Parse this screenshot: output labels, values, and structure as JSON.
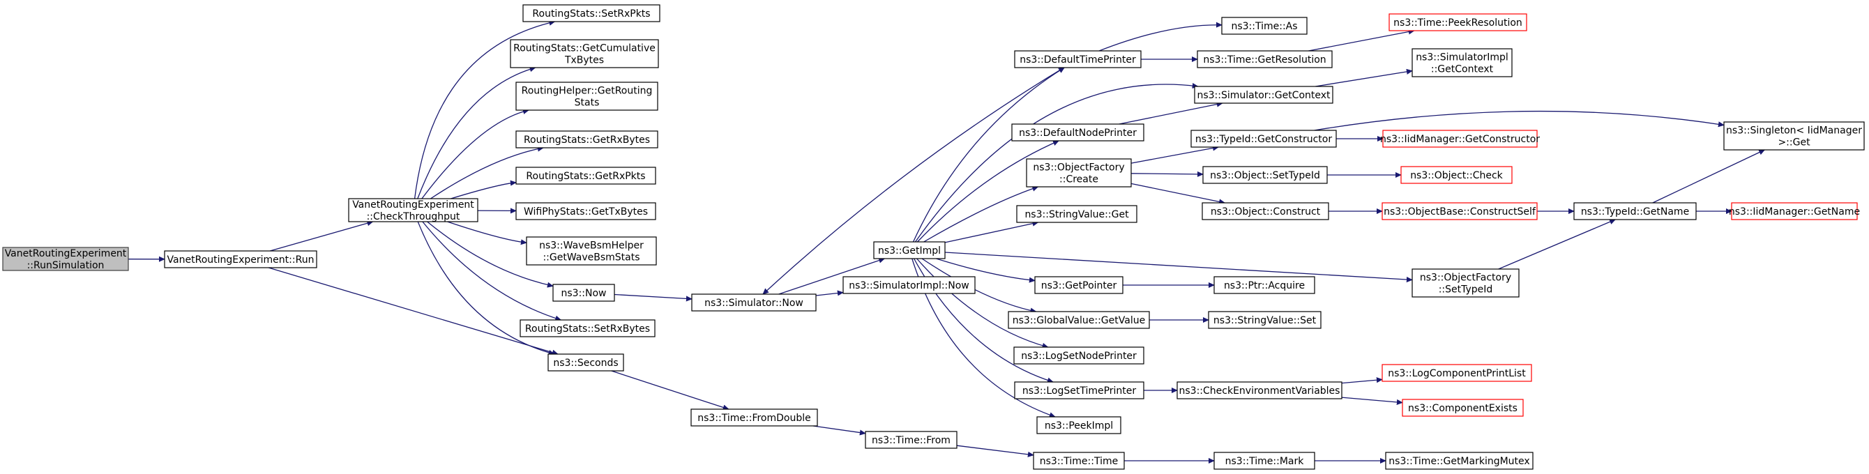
{
  "diagram": {
    "colors": {
      "edge": "#191970",
      "node_border": "#000000",
      "root_fill": "#bfbfbf",
      "truncated_border": "#ff0000"
    },
    "nodes": [
      {
        "id": "runsim",
        "lines": [
          "VanetRoutingExperiment",
          "::RunSimulation"
        ],
        "root": true
      },
      {
        "id": "run",
        "lines": [
          "VanetRoutingExperiment::Run"
        ]
      },
      {
        "id": "checkthr",
        "lines": [
          "VanetRoutingExperiment",
          "::CheckThroughput"
        ]
      },
      {
        "id": "setrxpkts",
        "lines": [
          "RoutingStats::SetRxPkts"
        ]
      },
      {
        "id": "getcumtx",
        "lines": [
          "RoutingStats::GetCumulative",
          "TxBytes"
        ]
      },
      {
        "id": "rhgetstats",
        "lines": [
          "RoutingHelper::GetRouting",
          "Stats"
        ]
      },
      {
        "id": "getrxbytes",
        "lines": [
          "RoutingStats::GetRxBytes"
        ]
      },
      {
        "id": "getrxpkts",
        "lines": [
          "RoutingStats::GetRxPkts"
        ]
      },
      {
        "id": "wifigettx",
        "lines": [
          "WifiPhyStats::GetTxBytes"
        ]
      },
      {
        "id": "wavebsm",
        "lines": [
          "ns3::WaveBsmHelper",
          "::GetWaveBsmStats"
        ]
      },
      {
        "id": "now",
        "lines": [
          "ns3::Now"
        ]
      },
      {
        "id": "setrxbytes",
        "lines": [
          "RoutingStats::SetRxBytes"
        ]
      },
      {
        "id": "seconds",
        "lines": [
          "ns3::Seconds"
        ]
      },
      {
        "id": "simnow",
        "lines": [
          "ns3::Simulator::Now"
        ]
      },
      {
        "id": "fromdouble",
        "lines": [
          "ns3::Time::FromDouble"
        ]
      },
      {
        "id": "getimpl",
        "lines": [
          "ns3::GetImpl"
        ]
      },
      {
        "id": "simimplnow",
        "lines": [
          "ns3::SimulatorImpl::Now"
        ]
      },
      {
        "id": "timefrom",
        "lines": [
          "ns3::Time::From"
        ]
      },
      {
        "id": "deftimeprinter",
        "lines": [
          "ns3::DefaultTimePrinter"
        ]
      },
      {
        "id": "defnodeprinter",
        "lines": [
          "ns3::DefaultNodePrinter"
        ]
      },
      {
        "id": "objfactcreate",
        "lines": [
          "ns3::ObjectFactory",
          "::Create"
        ]
      },
      {
        "id": "strvalget",
        "lines": [
          "ns3::StringValue::Get"
        ]
      },
      {
        "id": "getpointer",
        "lines": [
          "ns3::GetPointer"
        ]
      },
      {
        "id": "globvalget",
        "lines": [
          "ns3::GlobalValue::GetValue"
        ]
      },
      {
        "id": "logsetnode",
        "lines": [
          "ns3::LogSetNodePrinter"
        ]
      },
      {
        "id": "logsettime",
        "lines": [
          "ns3::LogSetTimePrinter"
        ]
      },
      {
        "id": "peekimpl",
        "lines": [
          "ns3::PeekImpl"
        ]
      },
      {
        "id": "timetime",
        "lines": [
          "ns3::Time::Time"
        ]
      },
      {
        "id": "timeas",
        "lines": [
          "ns3::Time::As"
        ]
      },
      {
        "id": "timegetres",
        "lines": [
          "ns3::Time::GetResolution"
        ]
      },
      {
        "id": "simgetctx",
        "lines": [
          "ns3::Simulator::GetContext"
        ]
      },
      {
        "id": "typeidgetctor",
        "lines": [
          "ns3::TypeId::GetConstructor"
        ]
      },
      {
        "id": "objsettypeid",
        "lines": [
          "ns3::Object::SetTypeId"
        ]
      },
      {
        "id": "objconstruct",
        "lines": [
          "ns3::Object::Construct"
        ]
      },
      {
        "id": "objfactsettypeid",
        "lines": [
          "ns3::ObjectFactory",
          "::SetTypeId"
        ]
      },
      {
        "id": "ptracquire",
        "lines": [
          "ns3::Ptr::Acquire"
        ]
      },
      {
        "id": "strvalset",
        "lines": [
          "ns3::StringValue::Set"
        ]
      },
      {
        "id": "checkenv",
        "lines": [
          "ns3::CheckEnvironmentVariables"
        ]
      },
      {
        "id": "timemark",
        "lines": [
          "ns3::Time::Mark"
        ]
      },
      {
        "id": "peekres",
        "lines": [
          "ns3::Time::PeekResolution"
        ],
        "truncated": true
      },
      {
        "id": "simimplgetctx",
        "lines": [
          "ns3::SimulatorImpl",
          "::GetContext"
        ]
      },
      {
        "id": "iidgetctor",
        "lines": [
          "ns3::IidManager::GetConstructor"
        ],
        "truncated": true
      },
      {
        "id": "objcheck",
        "lines": [
          "ns3::Object::Check"
        ],
        "truncated": true
      },
      {
        "id": "objbaseconstruct",
        "lines": [
          "ns3::ObjectBase::ConstructSelf"
        ],
        "truncated": true
      },
      {
        "id": "typeidgetname",
        "lines": [
          "ns3::TypeId::GetName"
        ]
      },
      {
        "id": "logcompprint",
        "lines": [
          "ns3::LogComponentPrintList"
        ],
        "truncated": true
      },
      {
        "id": "compexists",
        "lines": [
          "ns3::ComponentExists"
        ],
        "truncated": true
      },
      {
        "id": "getmarkmutex",
        "lines": [
          "ns3::Time::GetMarkingMutex"
        ]
      },
      {
        "id": "singletonget",
        "lines": [
          "ns3::Singleton< IidManager",
          ">::Get"
        ]
      },
      {
        "id": "iidgetname",
        "lines": [
          "ns3::IidManager::GetName"
        ],
        "truncated": true
      }
    ]
  }
}
